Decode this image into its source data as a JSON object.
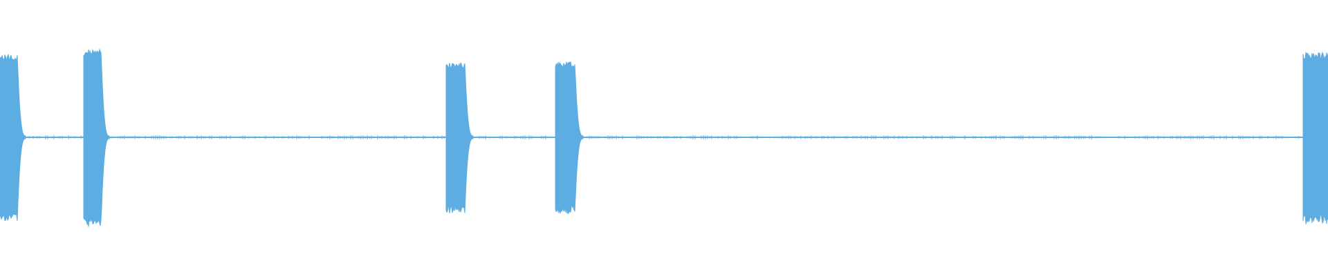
{
  "waveform": {
    "color": "#5DADE2",
    "background": "#FFFFFF",
    "duration": 1.0,
    "silence_level": 0.01,
    "segments": [
      {
        "start": 0.0,
        "end": 0.013,
        "peak": 0.8
      },
      {
        "start": 0.063,
        "end": 0.076,
        "peak": 0.85
      },
      {
        "start": 0.336,
        "end": 0.35,
        "peak": 0.72
      },
      {
        "start": 0.418,
        "end": 0.433,
        "peak": 0.73
      },
      {
        "start": 0.981,
        "end": 1.0,
        "peak": 0.82
      }
    ]
  }
}
